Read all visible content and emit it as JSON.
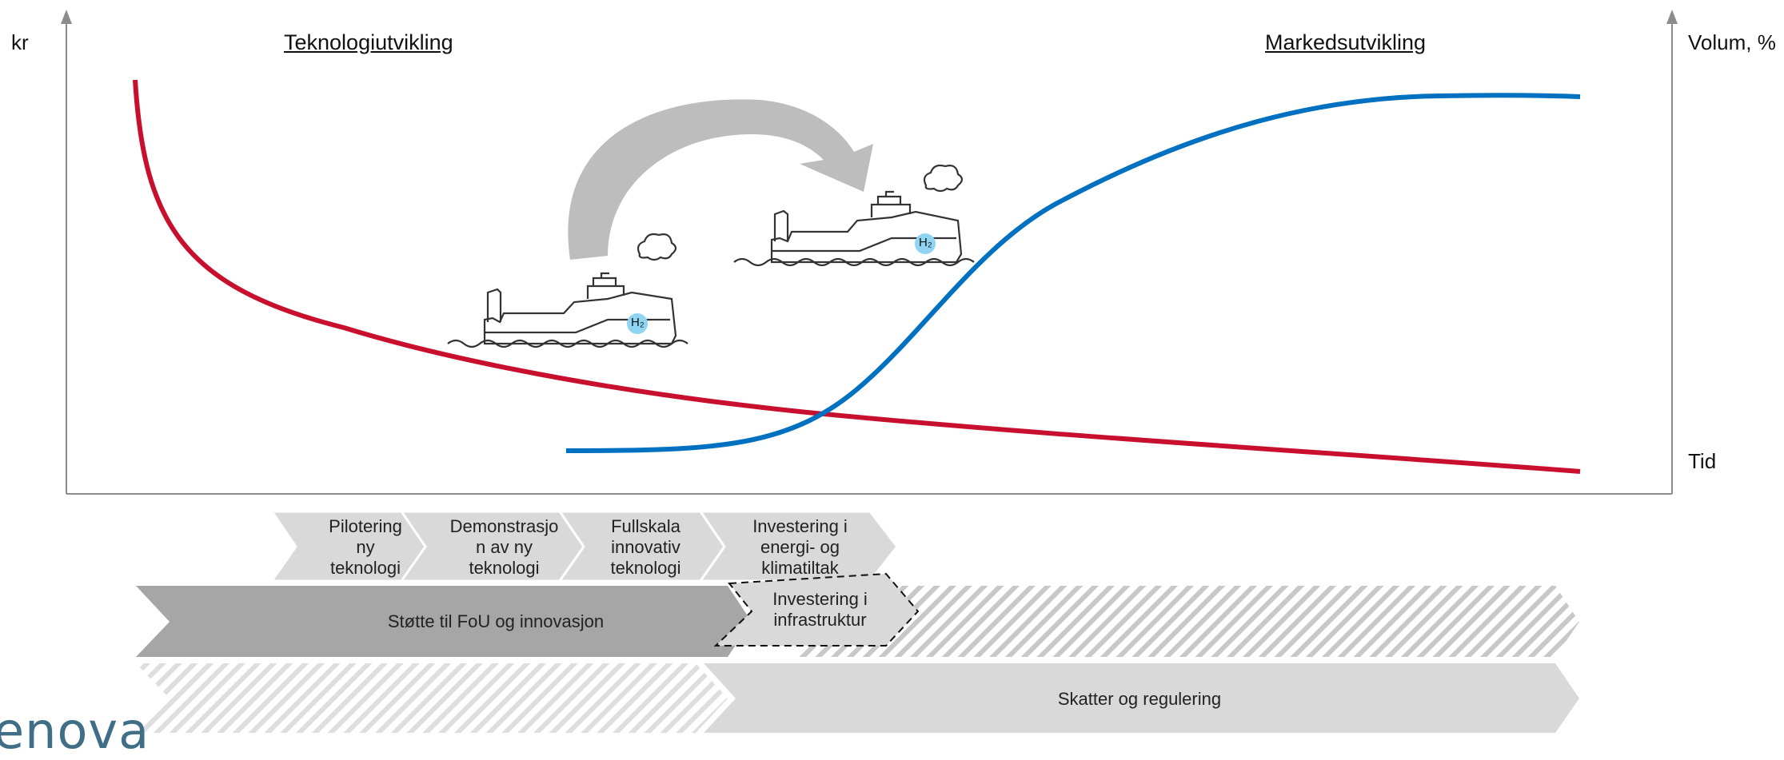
{
  "axes": {
    "left_label": "kr",
    "right_label": "Volum, %",
    "time_label": "Tid"
  },
  "titles": {
    "left": "Teknologiutvikling",
    "right": "Markedsutvikling"
  },
  "badges": {
    "h2": "H₂"
  },
  "phases": [
    {
      "label": "Pilotering\nny\nteknologi"
    },
    {
      "label": "Demonstrasjo\nn av ny\nteknologi"
    },
    {
      "label": "Fullskala\ninnovativ\nteknologi"
    },
    {
      "label": "Investering i\nenergi- og\nklimatiltak"
    }
  ],
  "infrastructure_label": "Investering i\ninfrastruktur",
  "bands": {
    "support": "Støtte til FoU og innovasjon",
    "taxes": "Skatter og regulering"
  },
  "logo": "enova",
  "colors": {
    "cost_curve": "#c8102e",
    "market_curve": "#0070c0",
    "arrow": "#bdbdbd",
    "band_dark": "#a6a6a6",
    "band_light": "#d9d9d9"
  }
}
